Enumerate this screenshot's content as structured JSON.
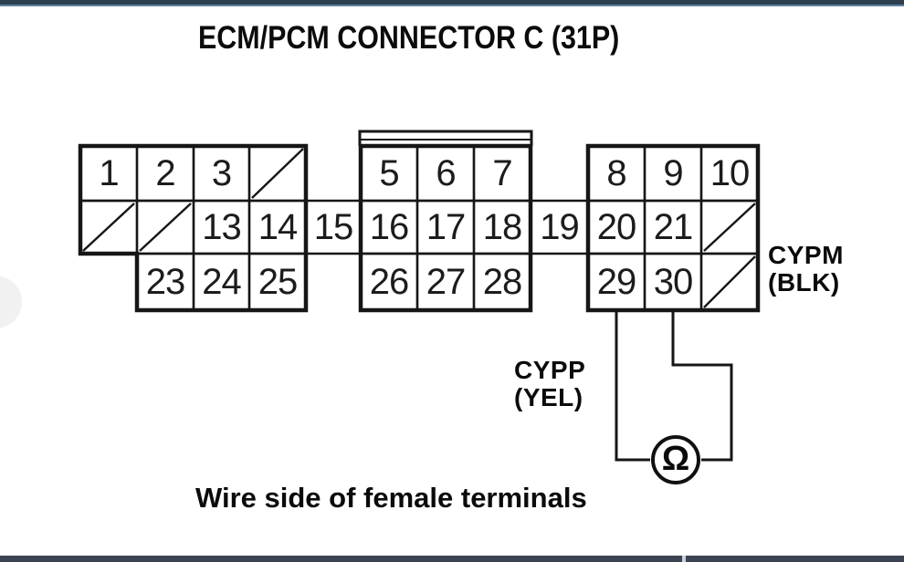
{
  "page": {
    "background": "#ffffff",
    "line_color": "#161616",
    "top_bar_color": "#2e3f50",
    "top_bar_edge_color": "#5d82a0",
    "bottom_bar_color": "#3c4352"
  },
  "title": "ECM/PCM CONNECTOR C (31P)",
  "connector": {
    "name": "ECM/PCM CONNECTOR C (31P)",
    "pin_count_label": "31P",
    "rows": 3,
    "cells": [
      {
        "row": 0,
        "col": 0,
        "pin": "1",
        "blank": false
      },
      {
        "row": 0,
        "col": 1,
        "pin": "2",
        "blank": false
      },
      {
        "row": 0,
        "col": 2,
        "pin": "3",
        "blank": false
      },
      {
        "row": 0,
        "col": 3,
        "pin": "",
        "blank": true
      },
      {
        "row": 0,
        "col": 5,
        "pin": "5",
        "blank": false
      },
      {
        "row": 0,
        "col": 6,
        "pin": "6",
        "blank": false
      },
      {
        "row": 0,
        "col": 7,
        "pin": "7",
        "blank": false
      },
      {
        "row": 0,
        "col": 9,
        "pin": "8",
        "blank": false
      },
      {
        "row": 0,
        "col": 10,
        "pin": "9",
        "blank": false
      },
      {
        "row": 0,
        "col": 11,
        "pin": "10",
        "blank": false
      },
      {
        "row": 1,
        "col": 0,
        "pin": "",
        "blank": true
      },
      {
        "row": 1,
        "col": 1,
        "pin": "",
        "blank": true
      },
      {
        "row": 1,
        "col": 2,
        "pin": "13",
        "blank": false
      },
      {
        "row": 1,
        "col": 3,
        "pin": "14",
        "blank": false
      },
      {
        "row": 1,
        "col": 4,
        "pin": "15",
        "blank": false
      },
      {
        "row": 1,
        "col": 5,
        "pin": "16",
        "blank": false
      },
      {
        "row": 1,
        "col": 6,
        "pin": "17",
        "blank": false
      },
      {
        "row": 1,
        "col": 7,
        "pin": "18",
        "blank": false
      },
      {
        "row": 1,
        "col": 8,
        "pin": "19",
        "blank": false
      },
      {
        "row": 1,
        "col": 9,
        "pin": "20",
        "blank": false
      },
      {
        "row": 1,
        "col": 10,
        "pin": "21",
        "blank": false
      },
      {
        "row": 1,
        "col": 11,
        "pin": "",
        "blank": true
      },
      {
        "row": 2,
        "col": 1,
        "pin": "23",
        "blank": false
      },
      {
        "row": 2,
        "col": 2,
        "pin": "24",
        "blank": false
      },
      {
        "row": 2,
        "col": 3,
        "pin": "25",
        "blank": false
      },
      {
        "row": 2,
        "col": 5,
        "pin": "26",
        "blank": false
      },
      {
        "row": 2,
        "col": 6,
        "pin": "27",
        "blank": false
      },
      {
        "row": 2,
        "col": 7,
        "pin": "28",
        "blank": false
      },
      {
        "row": 2,
        "col": 9,
        "pin": "29",
        "blank": false
      },
      {
        "row": 2,
        "col": 10,
        "pin": "30",
        "blank": false
      },
      {
        "row": 2,
        "col": 11,
        "pin": "",
        "blank": true
      }
    ]
  },
  "labels": {
    "cypm": {
      "line1": "CYPM",
      "line2": "(BLK)",
      "wire_color_hint": "#000000"
    },
    "cypp": {
      "line1": "CYPP",
      "line2": "(YEL)",
      "wire_color_hint": "#f7d117"
    }
  },
  "meter": {
    "symbol": "Ω",
    "name": "ohmmeter"
  },
  "footer": "Wire side of female terminals"
}
